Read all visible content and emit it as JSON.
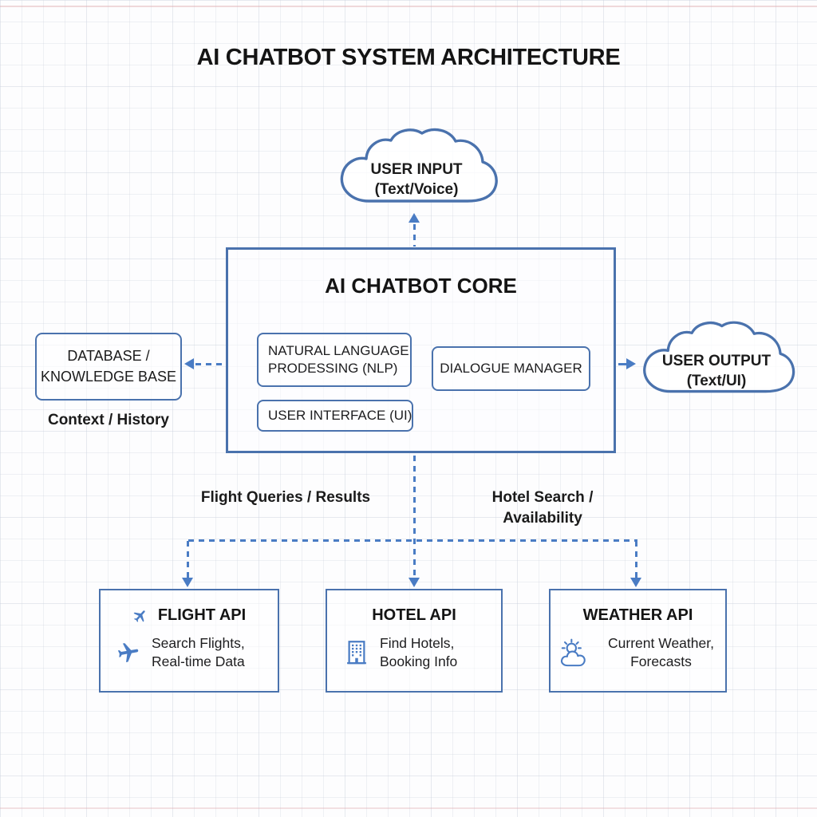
{
  "title": "AI CHATBOT SYSTEM ARCHITECTURE",
  "colors": {
    "box_border": "#4a72ad",
    "connector": "#4a7cc4",
    "text": "#1b1b1b",
    "background": "#fdfdfe",
    "grid_line": "#dfe2ea",
    "accent_line": "#deaab0"
  },
  "user_input": {
    "line1": "USER INPUT",
    "line2": "(Text/Voice)"
  },
  "core": {
    "title": "AI CHATBOT CORE",
    "nlp_label": "NATURAL LANGUAGE PRODESSING (NLP)",
    "dialogue_label": "DIALOGUE MANAGER",
    "ui_label": "USER INTERFACE (UI)"
  },
  "database": {
    "line1": "DATABASE /",
    "line2": "KNOWLEDGE BASE",
    "caption": "Context / History"
  },
  "user_output": {
    "line1": "USER OUTPUT",
    "line2": "(Text/UI)"
  },
  "labels": {
    "flight": "Flight Queries / Results",
    "hotel_line1": "Hotel Search /",
    "hotel_line2": "Availability"
  },
  "apis": {
    "flight": {
      "title": "FLIGHT API",
      "line1": "Search Flights,",
      "line2": "Real-time Data",
      "title_icon": "airplane-icon",
      "desc_icon": "airplane-icon"
    },
    "hotel": {
      "title": "HOTEL API",
      "line1": "Find Hotels,",
      "line2": "Booking Info",
      "desc_icon": "building-icon"
    },
    "weather": {
      "title": "WEATHER API",
      "line1": "Current Weather,",
      "line2": "Forecasts",
      "desc_icon": "sun-cloud-icon"
    }
  }
}
